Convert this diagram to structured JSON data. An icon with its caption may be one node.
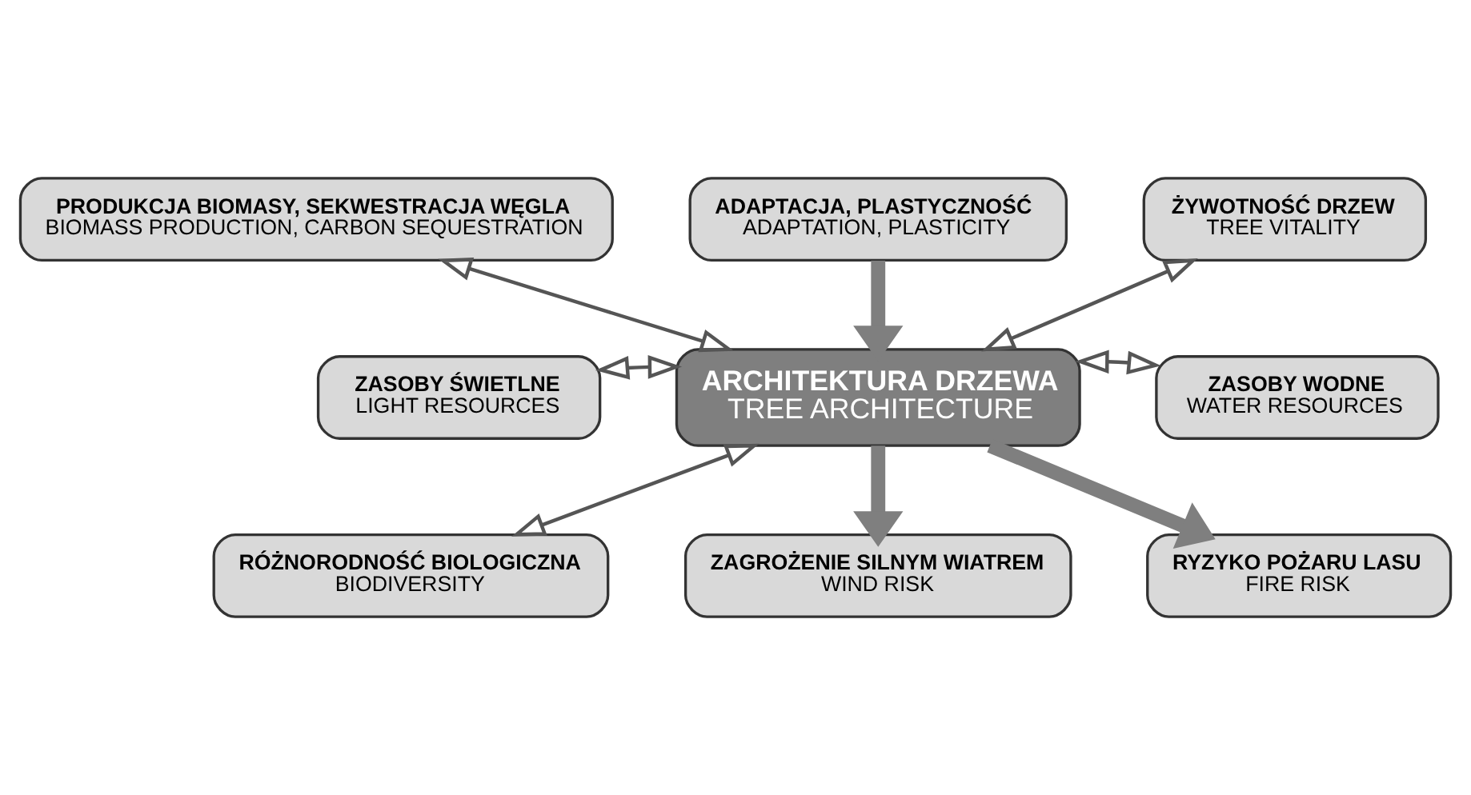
{
  "diagram": {
    "nodes": [
      {
        "text": [
          "ARCHITEKTURA DRZEWA",
          "TREE ARCHITECTURE"
        ]
      },
      {
        "text": [
          "PRODUKCJA BIOMASY, SEKWESTRACJA WĘGLA",
          "BIOMASS PRODUCTION, CARBON SEQUESTRATION"
        ]
      },
      {
        "text": [
          "ADAPTACJA, PLASTYCZNOŚĆ",
          "ADAPTATION, PLASTICITY"
        ]
      },
      {
        "text": [
          "ŻYWOTNOŚĆ DRZEW",
          "TREE VITALITY"
        ]
      },
      {
        "text": [
          "ZASOBY ŚWIETLNE",
          "LIGHT RESOURCES"
        ]
      },
      {
        "text": [
          "ZASOBY WODNE",
          "WATER RESOURCES"
        ]
      },
      {
        "text": [
          "RÓŻNORODNOŚĆ BIOLOGICZNA",
          "BIODIVERSITY"
        ]
      },
      {
        "text": [
          "ZAGROŻENIE SILNYM WIATREM",
          "WIND RISK"
        ]
      },
      {
        "text": [
          "RYZYKO POŻARU LASU",
          "FIRE RISK"
        ]
      }
    ],
    "edges": [
      {
        "from": 1,
        "to": 0,
        "arrow": "both"
      },
      {
        "from": 2,
        "to": 0,
        "arrow": "to",
        "style": "thick",
        "color": "#7f7f7f"
      },
      {
        "from": 3,
        "to": 0,
        "arrow": "both"
      },
      {
        "from": 4,
        "to": 0,
        "arrow": "both"
      },
      {
        "from": 0,
        "to": 5,
        "arrow": "both"
      },
      {
        "from": 6,
        "to": 0,
        "arrow": "both"
      },
      {
        "from": 0,
        "to": 7,
        "arrow": "to",
        "style": "thick",
        "color": "#7f7f7f"
      },
      {
        "from": 0,
        "to": 8,
        "arrow": "to",
        "style": "thick",
        "color": "#7f7f7f"
      }
    ]
  }
}
